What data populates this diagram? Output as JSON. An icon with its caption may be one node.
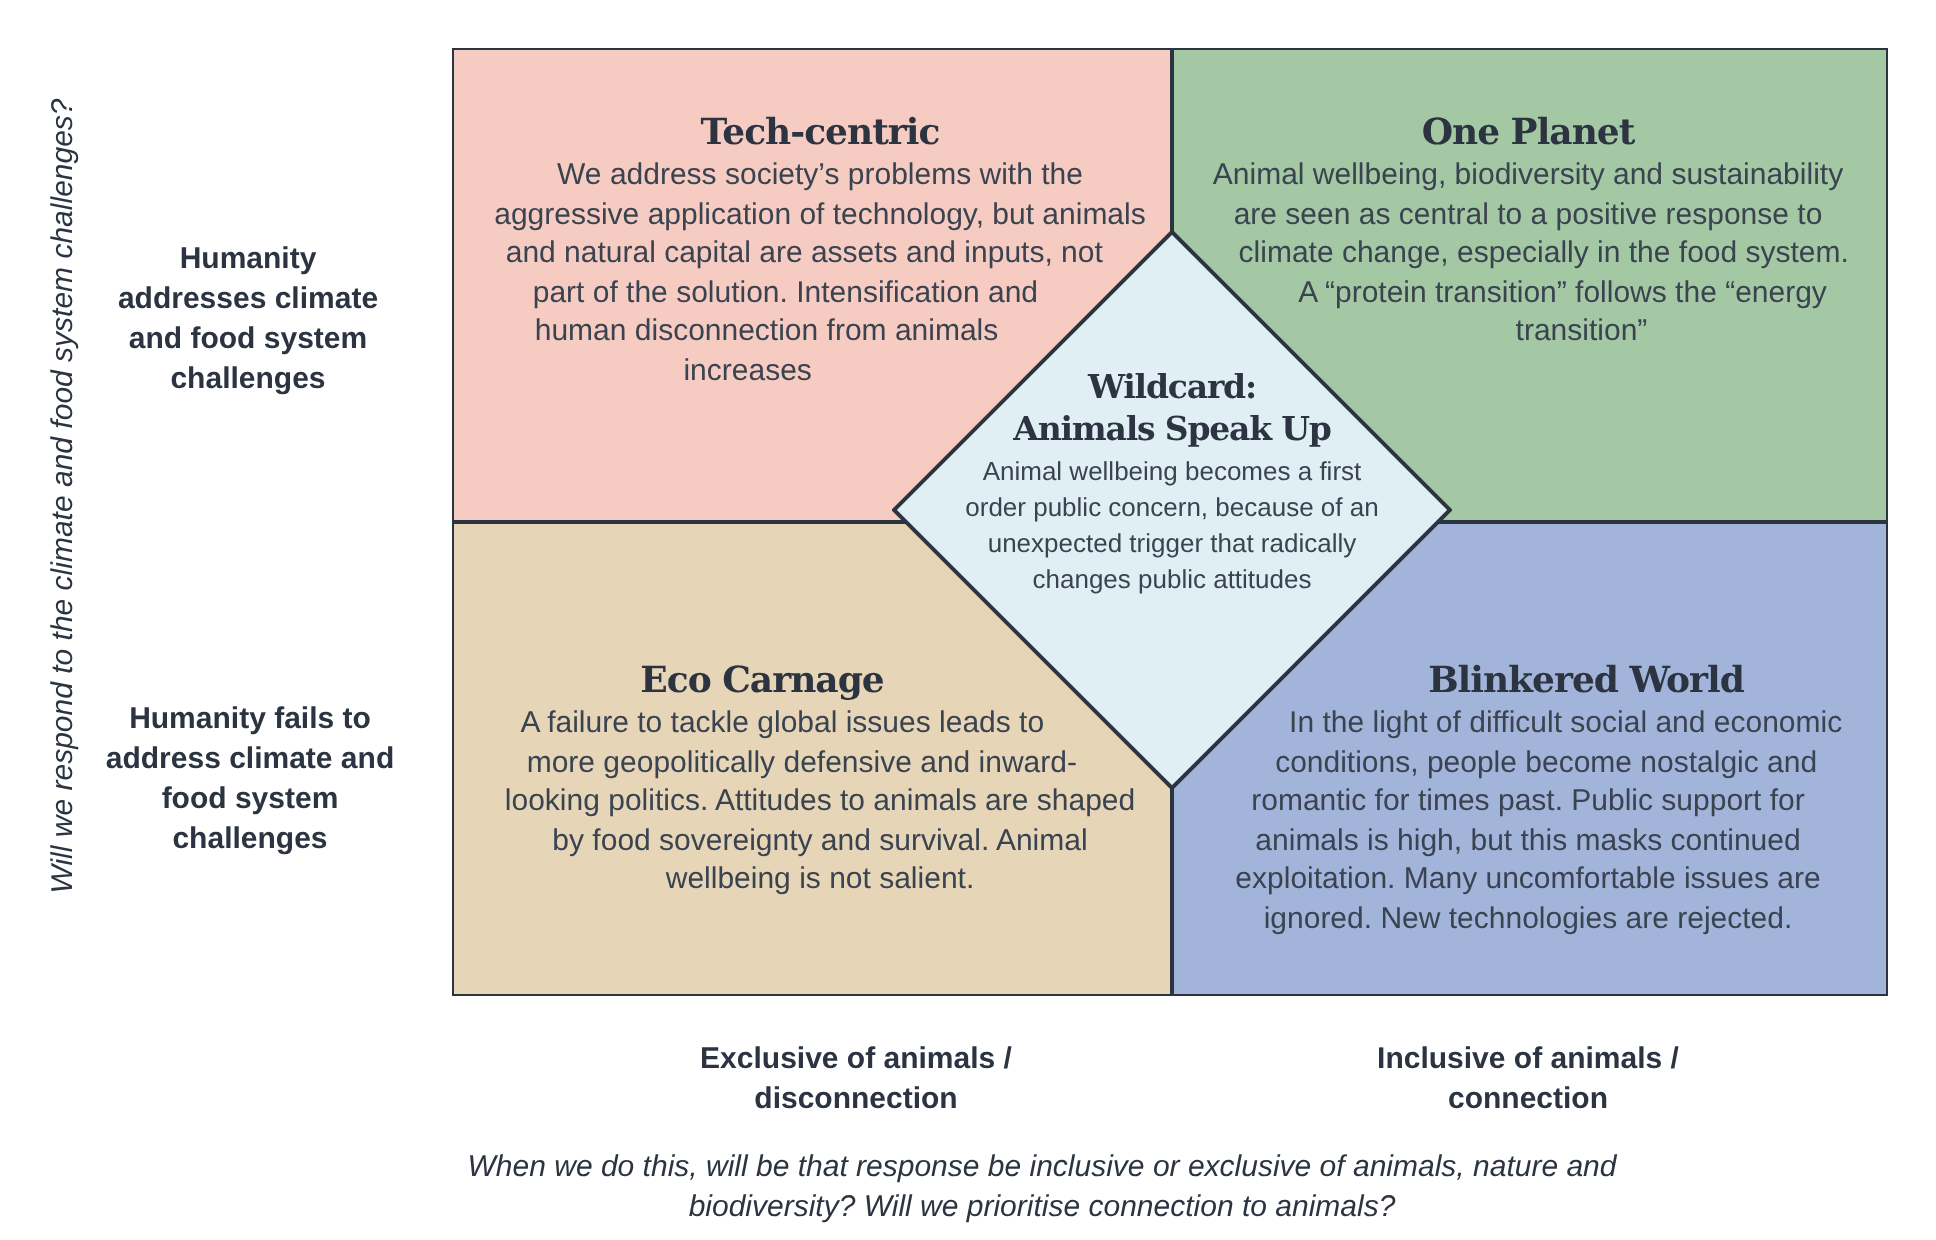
{
  "diagram": {
    "nodes": [
      {
        "text": [
          "Tech-centric",
          "We address society’s problems with the aggressive application of technology, but animals and natural capital are assets and inputs, not part of the solution. Intensification and human disconnection from animals increases"
        ]
      },
      {
        "text": [
          "One Planet",
          "Animal wellbeing, biodiversity and sustainability are seen as central to a positive response to climate change, especially in the food system. A “protein transition” follows the “energy transition”"
        ]
      },
      {
        "text": [
          "Eco Carnage",
          "A failure to tackle global issues leads to more geopolitically defensive and inward-looking politics. Attitudes to animals are shaped by food sovereignty and survival. Animal wellbeing is not salient."
        ]
      },
      {
        "text": [
          "Blinkered World",
          "In the light of difficult social and economic conditions, people become nostalgic and romantic for times past. Public support for animals is high, but this masks continued exploitation. Many uncomfortable issues are ignored. New technologies are rejected."
        ]
      },
      {
        "text": [
          "Wildcard: Animals Speak Up",
          "Animal wellbeing becomes a first order public concern, because of an unexpected trigger that radically changes public attitudes"
        ]
      }
    ],
    "labels": [
      "Will we respond to the climate and food system challenges?",
      "Humanity addresses climate and food system challenges",
      "Humanity fails to address climate and food system challenges",
      "Exclusive of animals / disconnection",
      "Inclusive of animals / connection",
      "When we do this, will be that response be inclusive or exclusive of animals, nature and biodiversity? Will we prioritise connection to animals?"
    ]
  }
}
